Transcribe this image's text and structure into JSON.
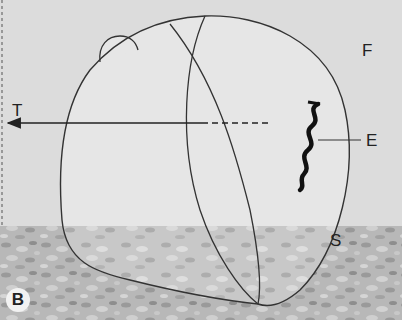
{
  "diagram": {
    "labels": [
      "F",
      "T",
      "E",
      "S",
      "B"
    ]
  }
}
